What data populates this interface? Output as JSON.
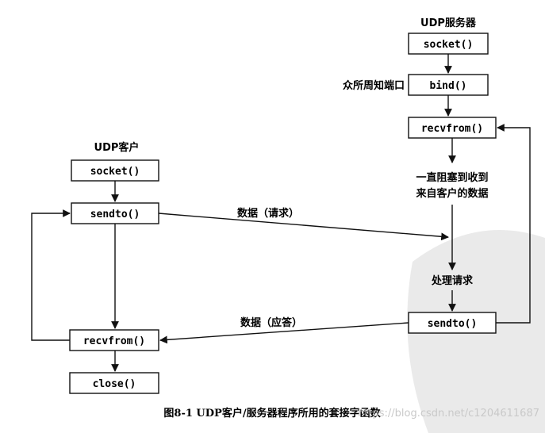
{
  "server": {
    "title": "UDP服务器",
    "socket": "socket()",
    "bind": "bind()",
    "bind_note": "众所周知端口",
    "recvfrom": "recvfrom()",
    "block_note_line1": "一直阻塞到收到",
    "block_note_line2": "来自客户的数据",
    "process_note": "处理请求",
    "sendto": "sendto()"
  },
  "client": {
    "title": "UDP客户",
    "socket": "socket()",
    "sendto": "sendto()",
    "recvfrom": "recvfrom()",
    "close": "close()"
  },
  "flows": {
    "request": "数据（请求）",
    "reply": "数据（应答）"
  },
  "caption": "图8-1    UDP客户/服务器程序所用的套接字函数",
  "watermark": "https://blog.csdn.net/c1204611687"
}
